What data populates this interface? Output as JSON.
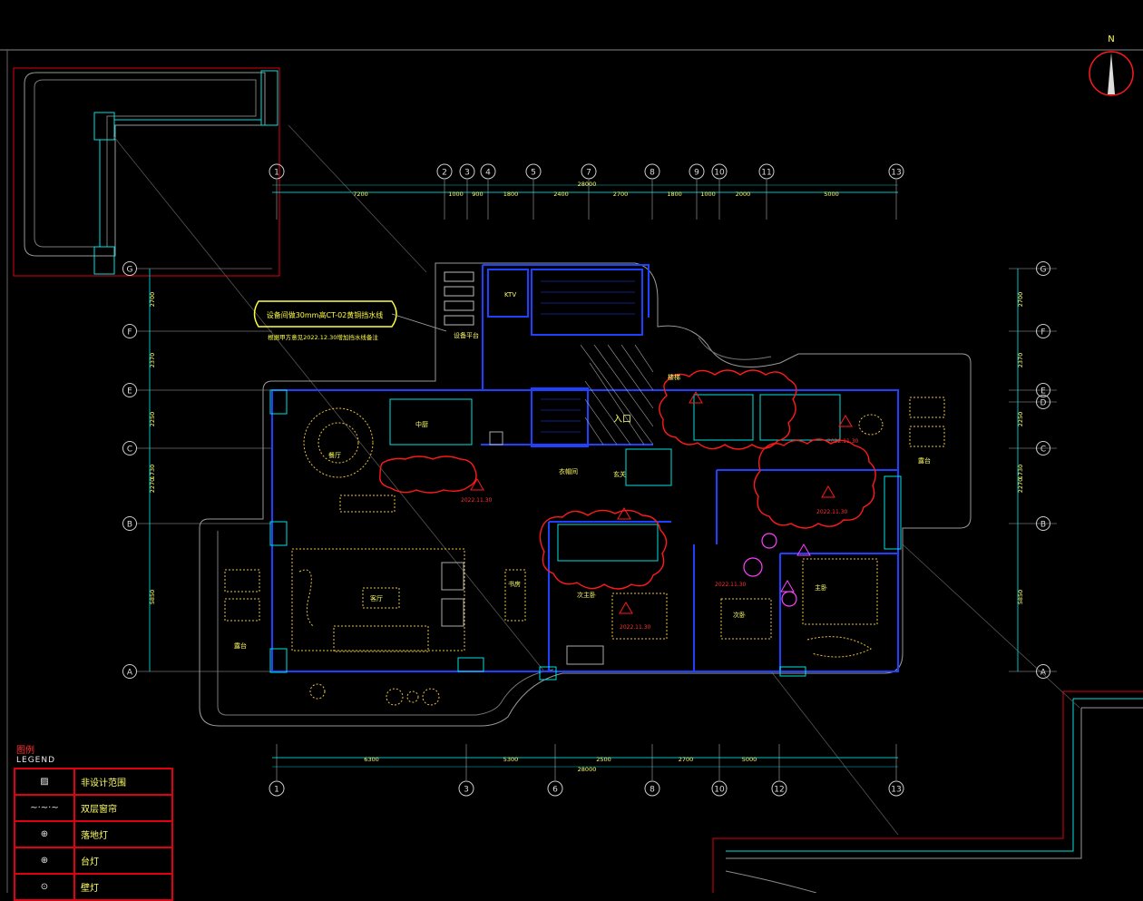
{
  "drawing": {
    "north_label": "N",
    "axes_top": [
      "1",
      "2",
      "3",
      "4",
      "5",
      "7",
      "8",
      "9",
      "10",
      "11",
      "13"
    ],
    "axes_bottom": [
      "1",
      "3",
      "6",
      "8",
      "10",
      "12",
      "13"
    ],
    "axes_side": [
      "G",
      "F",
      "E",
      "D",
      "C",
      "B",
      "A"
    ],
    "dims_top": [
      "7200",
      "1000",
      "900",
      "1800",
      "2400",
      "2700",
      "1800",
      "1000",
      "2000",
      "5000"
    ],
    "dims_top_total": "28000",
    "dims_bottom": [
      "6300",
      "5300",
      "2500",
      "2700",
      "5000"
    ],
    "dims_bottom_total": "28000",
    "dims_side": [
      "2700",
      "2370",
      "2250",
      "2270",
      "5850",
      "1730"
    ],
    "rooms": {
      "entrance": "入口",
      "dining": "餐厅",
      "kitchen": "中厨",
      "living": "客厅",
      "study": "书房",
      "master": "主卧",
      "second": "次卧",
      "second_master": "次主卧",
      "cloak": "衣帽间",
      "terrace": "露台",
      "foyer": "玄关",
      "stair": "楼梯",
      "ktv": "KTV",
      "balcony_top": "设备平台"
    },
    "notes": {
      "bubble_text": "设备间做30mm高CT-02黄铜挡水线",
      "bubble_sub": "根据甲方意见2022.12.30增加挡水线备注",
      "rev_date": "2022.11.30"
    }
  },
  "legend": {
    "title": "图例",
    "title_en": "LEGEND",
    "items": [
      {
        "symbol": "▨",
        "label": "非设计范围"
      },
      {
        "symbol": "~·~·~",
        "label": "双层窗帘"
      },
      {
        "symbol": "⊕",
        "label": "落地灯"
      },
      {
        "symbol": "⊕",
        "label": "台灯"
      },
      {
        "symbol": "⊙",
        "label": "壁灯"
      }
    ]
  },
  "colors": {
    "wall": "#2040ff",
    "cyan": "#00e0e0",
    "red": "#ff1a1a",
    "yellow": "#ffff40",
    "grey": "#a0a0a0",
    "magenta": "#ff40ff"
  }
}
